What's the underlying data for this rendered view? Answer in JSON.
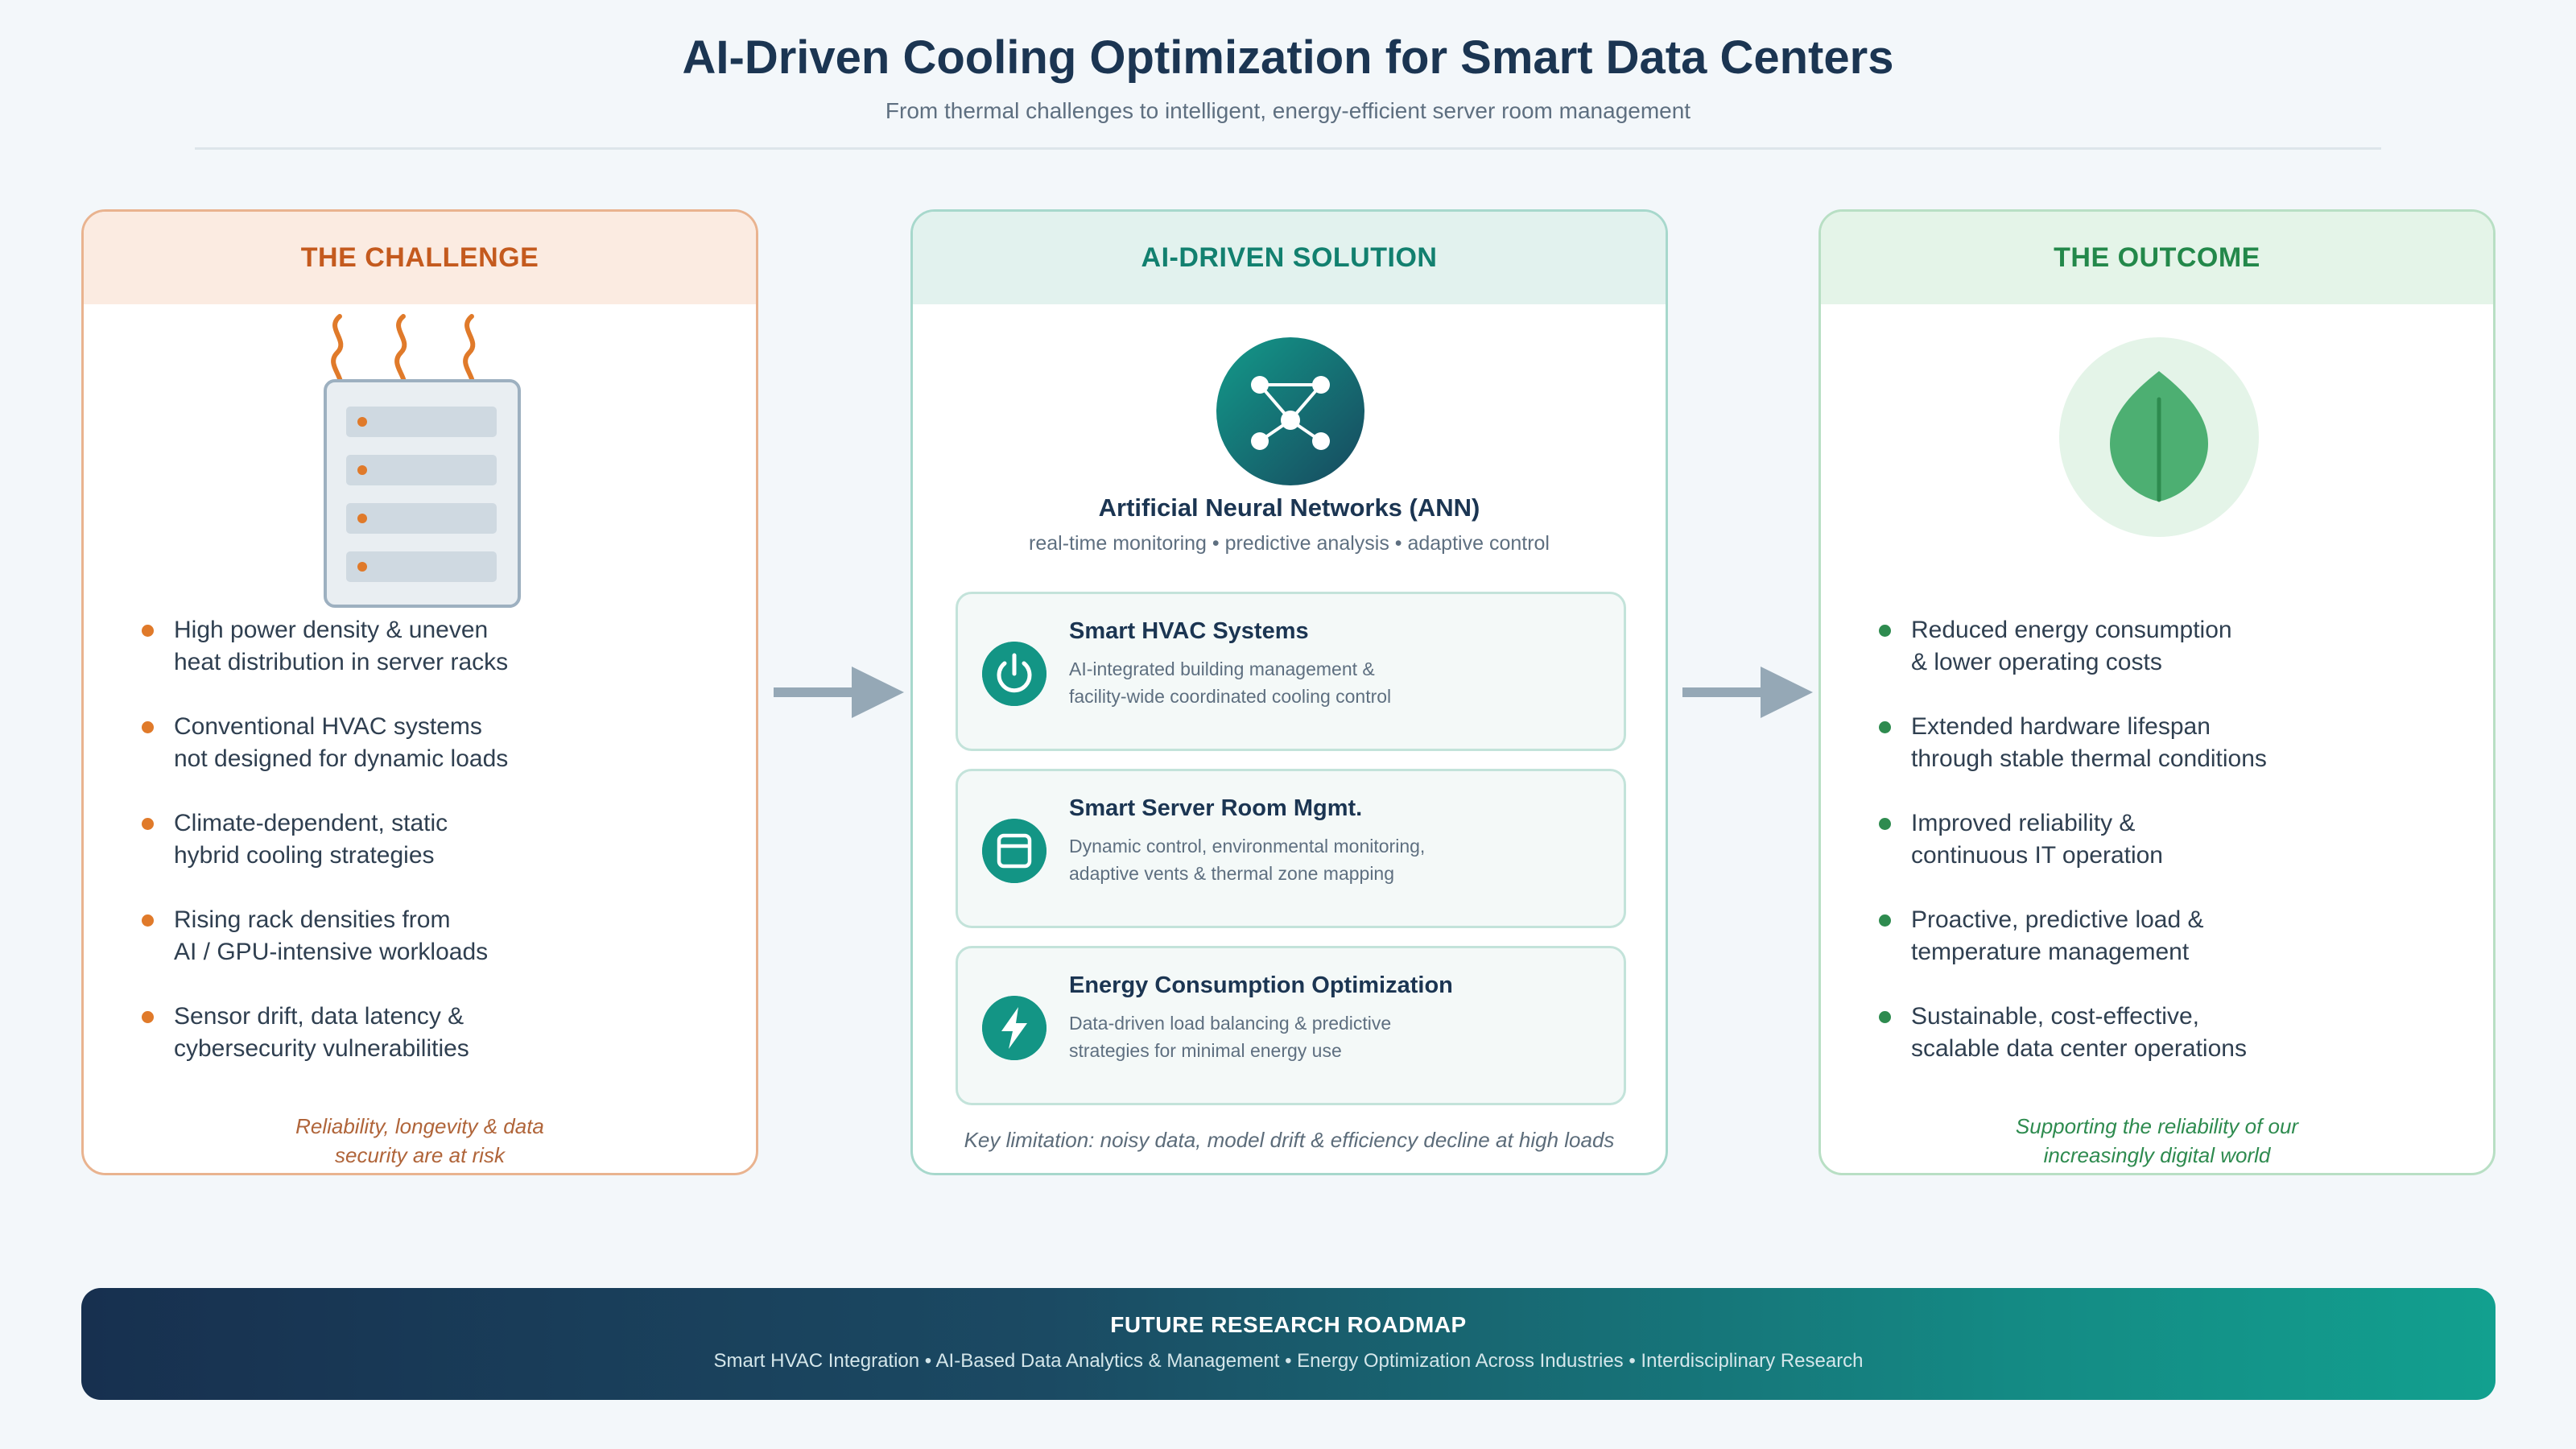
{
  "header": {
    "title": "AI-Driven Cooling Optimization for Smart Data Centers",
    "subtitle": "From thermal challenges to intelligent, energy-efficient server room management"
  },
  "challenge": {
    "heading": "THE CHALLENGE",
    "icon": "server-rack-heat-icon",
    "bullets": [
      [
        "High power density & uneven",
        "heat distribution in server racks"
      ],
      [
        "Conventional HVAC systems",
        "not designed for dynamic loads"
      ],
      [
        "Climate-dependent, static",
        "hybrid cooling strategies"
      ],
      [
        "Rising rack densities from",
        "AI / GPU-intensive workloads"
      ],
      [
        "Sensor drift, data latency &",
        "cybersecurity vulnerabilities"
      ]
    ],
    "footnote": [
      "Reliability, longevity & data",
      "security are at risk"
    ]
  },
  "solution": {
    "heading": "AI-DRIVEN SOLUTION",
    "icon": "neural-network-icon",
    "ann_title": "Artificial Neural Networks (ANN)",
    "ann_subtitle": "real-time monitoring • predictive analysis • adaptive control",
    "cards": [
      {
        "icon": "power-icon",
        "title": "Smart HVAC Systems",
        "desc": [
          "AI-integrated building management &",
          "facility-wide coordinated cooling control"
        ]
      },
      {
        "icon": "server-room-icon",
        "title": "Smart Server Room Mgmt.",
        "desc": [
          "Dynamic control, environmental monitoring,",
          "adaptive vents & thermal zone mapping"
        ]
      },
      {
        "icon": "lightning-icon",
        "title": "Energy Consumption Optimization",
        "desc": [
          "Data-driven load balancing & predictive",
          "strategies for minimal energy use"
        ]
      }
    ],
    "footnote": "Key limitation: noisy data, model drift & efficiency decline at high loads"
  },
  "outcome": {
    "heading": "THE OUTCOME",
    "icon": "leaf-icon",
    "bullets": [
      [
        "Reduced energy consumption",
        "& lower operating costs"
      ],
      [
        "Extended hardware lifespan",
        "through stable thermal conditions"
      ],
      [
        "Improved reliability &",
        "continuous IT operation"
      ],
      [
        "Proactive, predictive load &",
        "temperature management"
      ],
      [
        "Sustainable, cost-effective,",
        "scalable data center operations"
      ]
    ],
    "footnote": [
      "Supporting the reliability of our",
      "increasingly digital world"
    ]
  },
  "roadmap": {
    "title": "FUTURE RESEARCH ROADMAP",
    "items": "Smart HVAC Integration • AI-Based Data Analytics & Management • Energy Optimization Across Industries • Interdisciplinary Research"
  },
  "colors": {
    "challenge_accent": "#e07a2a",
    "solution_accent": "#139585",
    "outcome_accent": "#2e8b4f",
    "arrow": "#95a8b6"
  }
}
